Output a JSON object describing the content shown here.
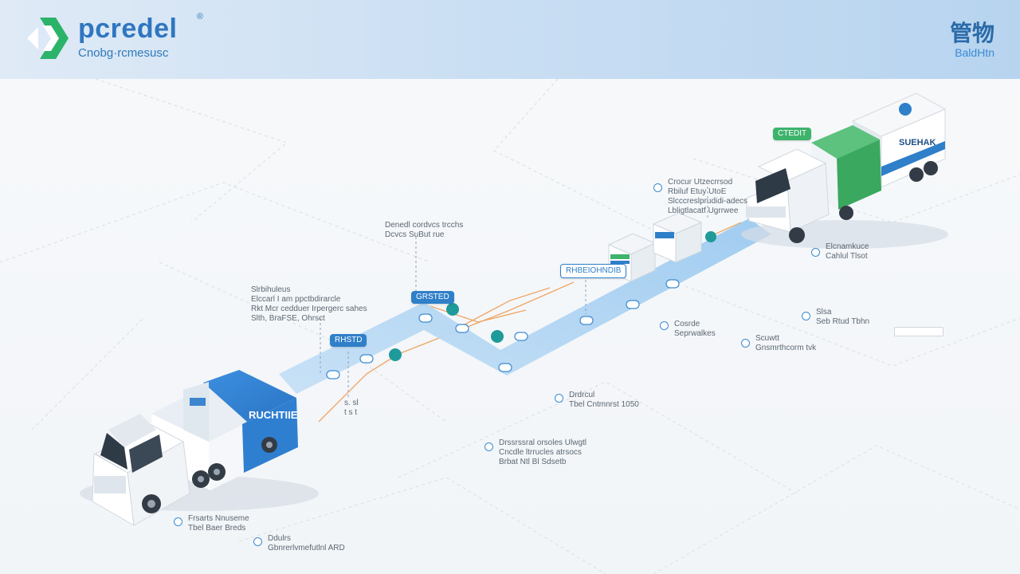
{
  "header": {
    "brand": "pcredel",
    "brand_reg": "®",
    "tagline": "Cnobg·rcmesusc",
    "right_title": "管物",
    "right_subtitle": "BaldHtn"
  },
  "colors": {
    "route": "#8fc1ec",
    "accent_blue": "#2f7fc9",
    "accent_green": "#3db36b",
    "node_teal": "#1f9a9a",
    "connector_orange": "#f0a060"
  },
  "trucks": {
    "origin": {
      "cargo_label": "RUCHTIIE"
    },
    "destination": {
      "cargo_label": "SUEHAK",
      "badge": "CTEDIT"
    }
  },
  "badges": {
    "b1": "GRSTED",
    "b2": "RHSTD",
    "b3": "RHBEIOHNDIB"
  },
  "labels": {
    "l_top_center": [
      "Denedl cordvcs trcchs",
      "Dcvcs SuBut rue"
    ],
    "l_left_mid": [
      "Slrbihuleus",
      "Elccarl I am ppctbdirarcle",
      "Rkt Mcr cedduer Irpergerc sahes",
      "Slth, BraFSE, Ohrsct"
    ],
    "l_small": [
      "s.  sl",
      "t   s   t"
    ],
    "l_right_crate": [
      "Crocur Utzecrrsod",
      "Rbiluf Etuy UtoE",
      "Slcccreslprudidi-adecs",
      "Lbligtlacatf Ugrrwee"
    ],
    "l_right_1": [
      "Elcnamkuce",
      "Cahlul Tlsot"
    ],
    "l_right_2": [
      "Cosrde",
      "Seprwalkes"
    ],
    "l_right_3": [
      "Scuwtt",
      "Gnsmrthcorm tvk"
    ],
    "l_far_right": [
      "Slsa",
      "Seb Rtud Tbhn"
    ],
    "l_center_low": [
      "Drdrcul",
      "Tbel Cntmnrst 1050"
    ],
    "l_bottom_center": [
      "Drssrssral orsoles Ulwgtl",
      "Cncdle ltrrucles atrsocs",
      "Brbat Ntl Bl Sdsetb"
    ],
    "l_bottom_left_1": [
      "Frsarts Nnuseme",
      "Tbel Baer Breds"
    ],
    "l_bottom_left_2": [
      "Ddulrs",
      "Gbnrerlvmefutlnl ARD"
    ]
  }
}
